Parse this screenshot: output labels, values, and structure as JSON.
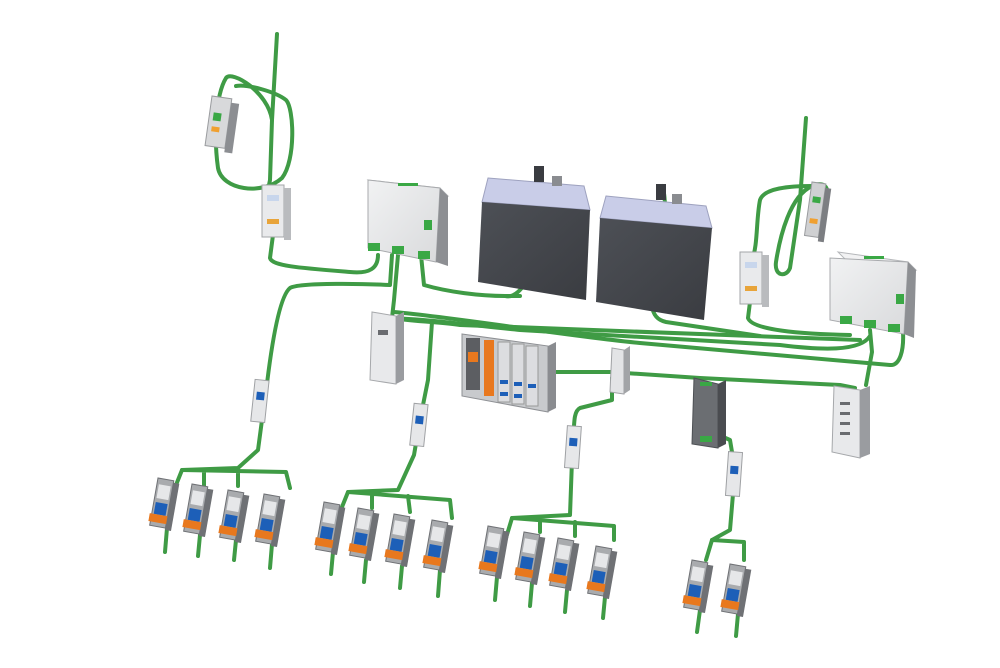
{
  "scene": {
    "description_label": "",
    "colors": {
      "cable": "#3f9b45",
      "cable_dark": "#2f7a35",
      "device_body": "#e6e7e9",
      "device_side": "#bfc1c4",
      "device_dark": "#8a8c90",
      "transformer_body": "#55585e",
      "transformer_top": "#c9cde8",
      "terminal_green": "#3aa845",
      "accent_orange": "#e8781e",
      "accent_blue": "#1d5fb8",
      "module_grey": "#a9abae"
    },
    "icons": {
      "power_supply": "power-supply-unit-icon",
      "transformer": "transformer-icon",
      "breaker": "circuit-breaker-icon",
      "plc": "plc-rack-icon",
      "relay": "relay-module-icon"
    },
    "branch_groups": 4,
    "relays_per_group": [
      4,
      4,
      4,
      2
    ]
  }
}
